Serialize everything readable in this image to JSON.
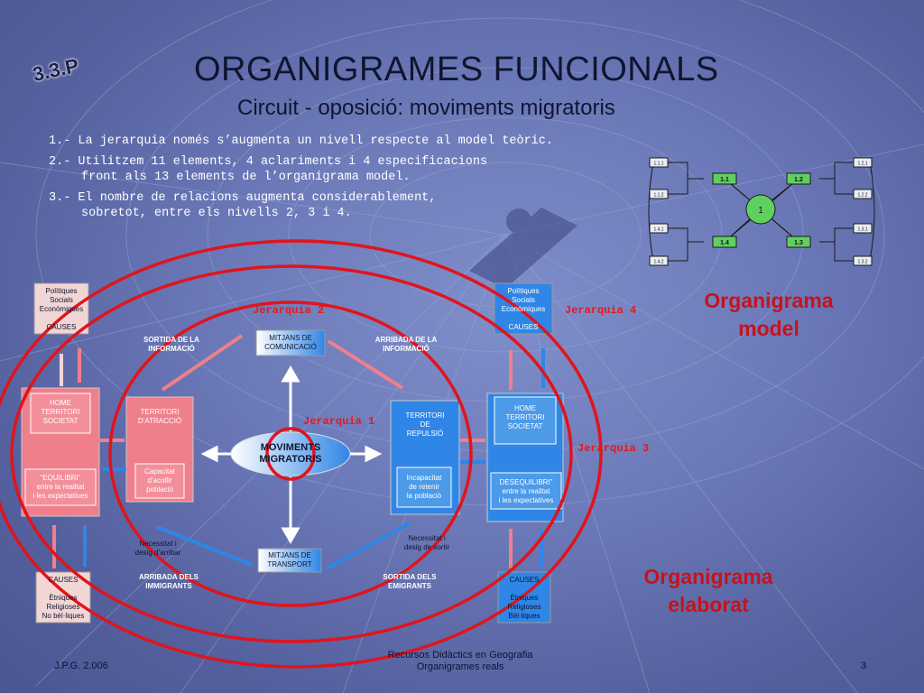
{
  "slide": {
    "tag": "3.3.P",
    "title": "ORGANIGRAMES FUNCIONALS",
    "subtitle": "Circuit - oposició: moviments migratoris",
    "points": [
      "1.- La jerarquia només s’augmenta un nivell respecte al model teòric.",
      "2.- Utilitzem 11 elements, 4 aclariments i 4 especificacions",
      "front als 13 elements de l’organigrama model.",
      "3.- El nombre de relacions augmenta considerablement,",
      "sobretot, entre els nivells 2, 3 i 4."
    ],
    "label_model": [
      "Organigrama",
      "model"
    ],
    "label_elaborat": [
      "Organigrama",
      "elaborat"
    ],
    "footer_left": "J.P.G. 2.006",
    "footer_center": [
      "Recursos Didàctics en Geografia",
      "Organigrames reals"
    ],
    "footer_page": "3"
  },
  "model_diagram": {
    "center": "1",
    "nodes": [
      "1.1",
      "1.2",
      "1.3",
      "1.4"
    ],
    "leaves": [
      "1.1.1",
      "1.1.2",
      "1.2.1",
      "1.2.2",
      "1.4.1",
      "1.4.2",
      "1.3.1",
      "1.3.2"
    ]
  },
  "diagram": {
    "hierarchy": [
      "Jerarquia 1",
      "Jerarquia 2",
      "Jerarquia 3",
      "Jerarquia 4"
    ],
    "center": [
      "MOVIMENTS",
      "MIGRATORIS"
    ],
    "top_media": [
      "MITJANS DE",
      "COMUNICACIÓ"
    ],
    "bottom_media": [
      "MITJANS DE",
      "TRANSPORT"
    ],
    "left_top_causes": [
      "Polítiques",
      "Socials",
      "Econòmiques",
      "",
      "CAUSES"
    ],
    "right_top_causes": [
      "Polítiques",
      "Socials",
      "Econòmiques",
      "",
      "CAUSES"
    ],
    "left_bottom_causes": [
      "CAUSES",
      "",
      "Ètniques",
      "Religioses",
      "No bèl·liques"
    ],
    "right_bottom_causes": [
      "CAUSES",
      "",
      "Ètniques",
      "Religioses",
      "Bèl·liques"
    ],
    "left_society": [
      "HOME",
      "TERRITORI",
      "SOCIETAT"
    ],
    "left_equilibri": [
      "“EQUILIBRI”",
      "entre la realitat",
      "i les expectatives"
    ],
    "right_society": [
      "HOME",
      "TERRITORI",
      "SOCIETAT"
    ],
    "right_desequilibri": [
      "DESEQUILIBRI”",
      "entre la realitat",
      "i les expectatives"
    ],
    "attraction": [
      "TERRITORI",
      "D’ATRACCIÓ"
    ],
    "attraction_capacity": [
      "Capacitat",
      "d’acollir",
      "població"
    ],
    "repulsion": [
      "TERRITORI",
      "DE",
      "REPULSIÓ"
    ],
    "repulsion_incapacity": [
      "Incapacitat",
      "de retenir",
      "la població"
    ],
    "sortida_info": [
      "SORTIDA DE LA",
      "INFORMACIÓ"
    ],
    "arribada_info": [
      "ARRIBADA DE LA",
      "INFORMACIÓ"
    ],
    "arribada_immigrants": [
      "ARRIBADA DELS",
      "IMMIGRANTS"
    ],
    "sortida_emigrants": [
      "SORTIDA DELS",
      "EMIGRANTS"
    ],
    "need_arrive": [
      "Necessitat i",
      "desig d’arribar"
    ],
    "need_leave": [
      "Necessitat i",
      "desig de sortir"
    ]
  },
  "colors": {
    "accent_red": "#c8121a",
    "pink_box": "#f07f8c",
    "blue_box": "#2f86e6",
    "green_node": "#5fd05f",
    "tan_box": "#f2d6d6"
  }
}
